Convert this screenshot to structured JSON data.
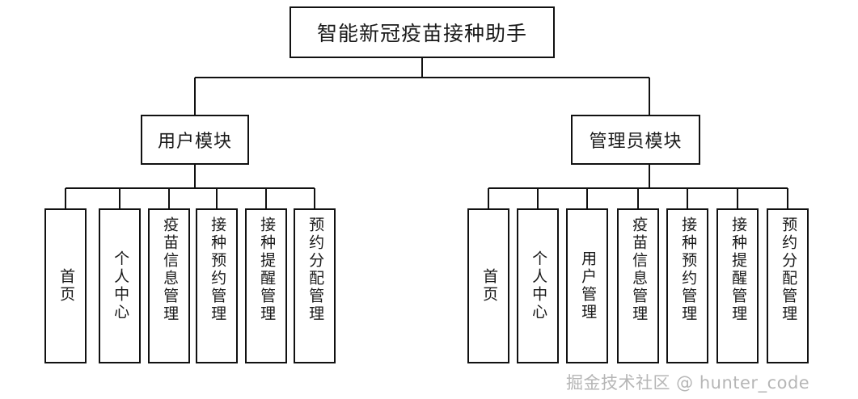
{
  "diagram": {
    "type": "tree",
    "orientation": "top-down",
    "root": {
      "label": "智能新冠疫苗接种助手"
    },
    "branches": [
      {
        "id": "user-module",
        "label": "用户模块",
        "leaves": [
          {
            "label": "首页"
          },
          {
            "label": "个人中心"
          },
          {
            "label": "疫苗信息管理"
          },
          {
            "label": "接种预约管理"
          },
          {
            "label": "接种提醒管理"
          },
          {
            "label": "预约分配管理"
          }
        ]
      },
      {
        "id": "admin-module",
        "label": "管理员模块",
        "leaves": [
          {
            "label": "首页"
          },
          {
            "label": "个人中心"
          },
          {
            "label": "用户管理"
          },
          {
            "label": "疫苗信息管理"
          },
          {
            "label": "接种预约管理"
          },
          {
            "label": "接种提醒管理"
          },
          {
            "label": "预约分配管理"
          }
        ]
      }
    ]
  },
  "watermark": {
    "text": "掘金技术社区 @ hunter_code"
  },
  "colors": {
    "background": "#ffffff",
    "line": "#111111",
    "text": "#1a1a1a",
    "watermark": "#b6b6b6"
  }
}
